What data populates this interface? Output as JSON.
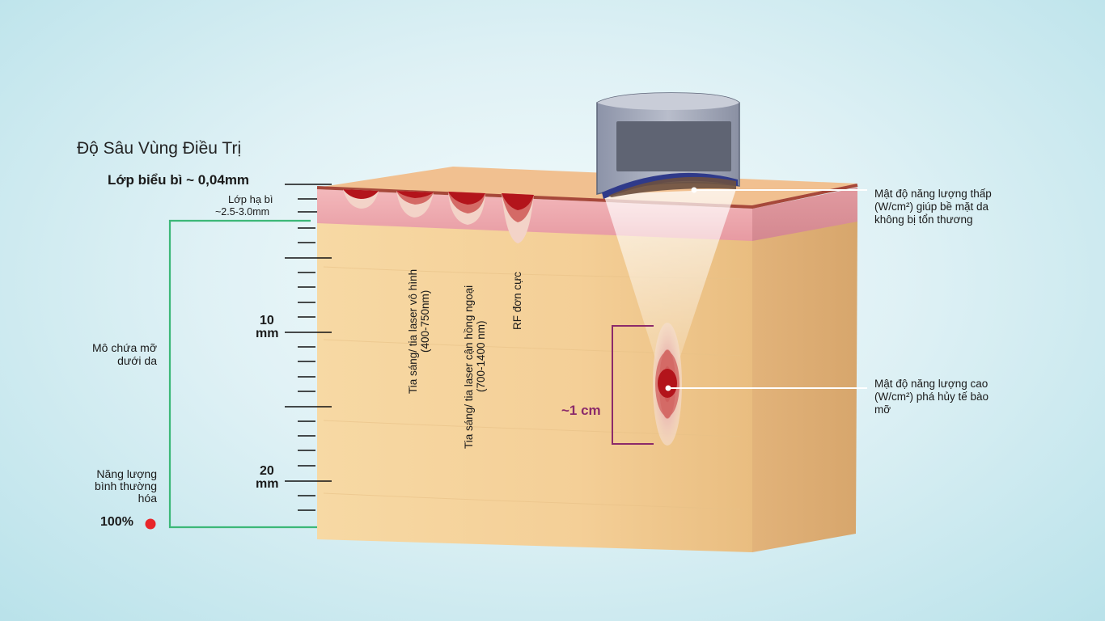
{
  "title": "Độ Sâu Vùng Điều Trị",
  "left_labels": {
    "epidermis": "Lớp biểu bì ~ 0,04mm",
    "dermis_line1": "Lớp hạ bì",
    "dermis_line2": "~2.5-3.0mm",
    "fat_line1": "Mô chứa mỡ",
    "fat_line2": "dưới da",
    "energy_line1": "Năng lượng",
    "energy_line2": "bình thường",
    "energy_line3": "hóa",
    "percent": "100%"
  },
  "scale": {
    "mark_10_value": "10",
    "mark_10_unit": "mm",
    "mark_20_value": "20",
    "mark_20_unit": "mm"
  },
  "penetration_labels": {
    "visible_line1": "Tia sáng/ tia laser vô hình",
    "visible_line2": "(400-750nm)",
    "nir_line1": "Tia sáng/ tia laser cận hồng ngoại",
    "nir_line2": "(700-1400 nm)",
    "rf": "RF đơn cực"
  },
  "focus": {
    "size_label": "~1 cm"
  },
  "right_labels": {
    "low_line1": "Mật độ năng lượng thấp",
    "low_line2": "(W/cm²) giúp bề mặt da",
    "low_line3": "không bị tổn thương",
    "high_line1": "Mật độ năng lượng cao",
    "high_line2": "(W/cm²) phá hủy tế bào",
    "high_line3": "mỡ"
  },
  "colors": {
    "background": "#d6eef3",
    "bracket_green": "#3cb878",
    "bracket_purple": "#8b2a6a",
    "energy_dot": "#e8262a",
    "fat": "#f3cf98",
    "dermis": "#eba3a8",
    "focal_core": "#b3141b"
  }
}
